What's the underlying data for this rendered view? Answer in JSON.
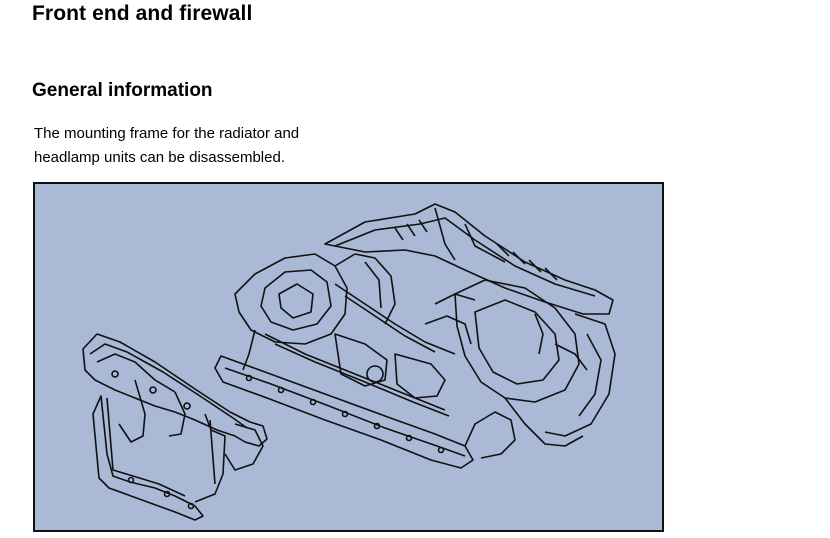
{
  "document": {
    "title": "Front end and firewall",
    "section_heading": "General information",
    "paragraph_lines": [
      "The mounting frame for the radiator and",
      "headlamp units can be disassembled."
    ]
  },
  "figure": {
    "background_color": "#aab9d6",
    "line_color": "#111111"
  }
}
